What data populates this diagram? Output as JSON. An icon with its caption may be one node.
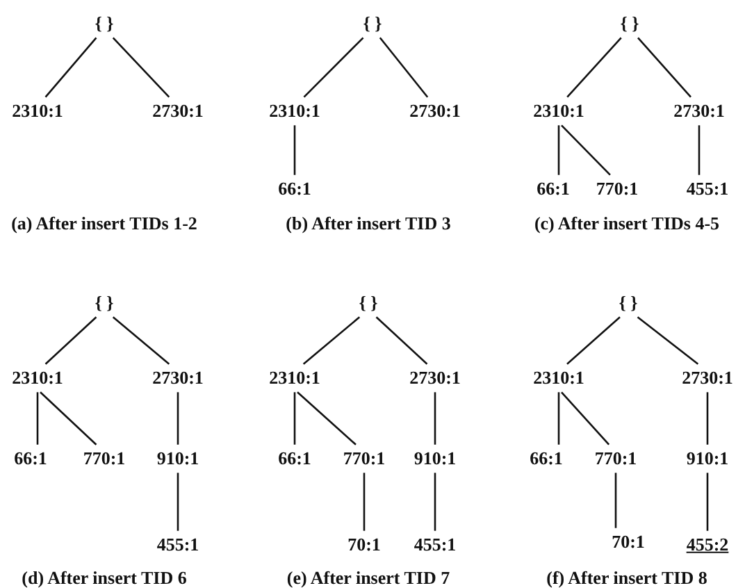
{
  "diagram": {
    "nodes": [
      {
        "text": [
          "{ }"
        ]
      },
      {
        "text": [
          "2310:1"
        ]
      },
      {
        "text": [
          "2730:1"
        ]
      },
      {
        "text": [
          "{ }"
        ]
      },
      {
        "text": [
          "2310:1"
        ]
      },
      {
        "text": [
          "2730:1"
        ]
      },
      {
        "text": [
          "66:1"
        ]
      },
      {
        "text": [
          "{ }"
        ]
      },
      {
        "text": [
          "2310:1"
        ]
      },
      {
        "text": [
          "2730:1"
        ]
      },
      {
        "text": [
          "66:1"
        ]
      },
      {
        "text": [
          "770:1"
        ]
      },
      {
        "text": [
          "455:1"
        ]
      },
      {
        "text": [
          "{ }"
        ]
      },
      {
        "text": [
          "2310:1"
        ]
      },
      {
        "text": [
          "2730:1"
        ]
      },
      {
        "text": [
          "66:1"
        ]
      },
      {
        "text": [
          "770:1"
        ]
      },
      {
        "text": [
          "910:1"
        ]
      },
      {
        "text": [
          "455:1"
        ]
      },
      {
        "text": [
          "{ }"
        ]
      },
      {
        "text": [
          "2310:1"
        ]
      },
      {
        "text": [
          "2730:1"
        ]
      },
      {
        "text": [
          "66:1"
        ]
      },
      {
        "text": [
          "770:1"
        ]
      },
      {
        "text": [
          "910:1"
        ]
      },
      {
        "text": [
          "70:1"
        ]
      },
      {
        "text": [
          "455:1"
        ]
      },
      {
        "text": [
          "{ }"
        ]
      },
      {
        "text": [
          "2310:1"
        ]
      },
      {
        "text": [
          "2730:1"
        ]
      },
      {
        "text": [
          "66:1"
        ]
      },
      {
        "text": [
          "770:1"
        ]
      },
      {
        "text": [
          "910:1"
        ]
      },
      {
        "text": [
          "70:1"
        ]
      },
      {
        "text": [
          "455:2"
        ]
      }
    ],
    "edges": [
      {
        "from": 0,
        "to": 1,
        "arrow": "none"
      },
      {
        "from": 0,
        "to": 2,
        "arrow": "none"
      },
      {
        "from": 3,
        "to": 4,
        "arrow": "none"
      },
      {
        "from": 3,
        "to": 5,
        "arrow": "none"
      },
      {
        "from": 4,
        "to": 6,
        "arrow": "none"
      },
      {
        "from": 7,
        "to": 8,
        "arrow": "none"
      },
      {
        "from": 7,
        "to": 9,
        "arrow": "none"
      },
      {
        "from": 8,
        "to": 10,
        "arrow": "none"
      },
      {
        "from": 8,
        "to": 11,
        "arrow": "none"
      },
      {
        "from": 9,
        "to": 12,
        "arrow": "none"
      },
      {
        "from": 13,
        "to": 14,
        "arrow": "none"
      },
      {
        "from": 13,
        "to": 15,
        "arrow": "none"
      },
      {
        "from": 14,
        "to": 16,
        "arrow": "none"
      },
      {
        "from": 14,
        "to": 17,
        "arrow": "none"
      },
      {
        "from": 15,
        "to": 18,
        "arrow": "none"
      },
      {
        "from": 18,
        "to": 19,
        "arrow": "none"
      },
      {
        "from": 20,
        "to": 21,
        "arrow": "none"
      },
      {
        "from": 20,
        "to": 22,
        "arrow": "none"
      },
      {
        "from": 21,
        "to": 23,
        "arrow": "none"
      },
      {
        "from": 21,
        "to": 24,
        "arrow": "none"
      },
      {
        "from": 22,
        "to": 25,
        "arrow": "none"
      },
      {
        "from": 24,
        "to": 26,
        "arrow": "none"
      },
      {
        "from": 25,
        "to": 27,
        "arrow": "none"
      },
      {
        "from": 28,
        "to": 29,
        "arrow": "none"
      },
      {
        "from": 28,
        "to": 30,
        "arrow": "none"
      },
      {
        "from": 29,
        "to": 31,
        "arrow": "none"
      },
      {
        "from": 29,
        "to": 32,
        "arrow": "none"
      },
      {
        "from": 30,
        "to": 33,
        "arrow": "none"
      },
      {
        "from": 32,
        "to": 34,
        "arrow": "none"
      },
      {
        "from": 33,
        "to": 35,
        "arrow": "none"
      }
    ],
    "labels": [
      "(a) After insert TIDs 1-2",
      "(b) After insert TID 3",
      "(c) After insert TIDs 4-5",
      "(d) After insert TID 6",
      "(e) After insert TID 7",
      "(f) After insert TID 8"
    ]
  }
}
